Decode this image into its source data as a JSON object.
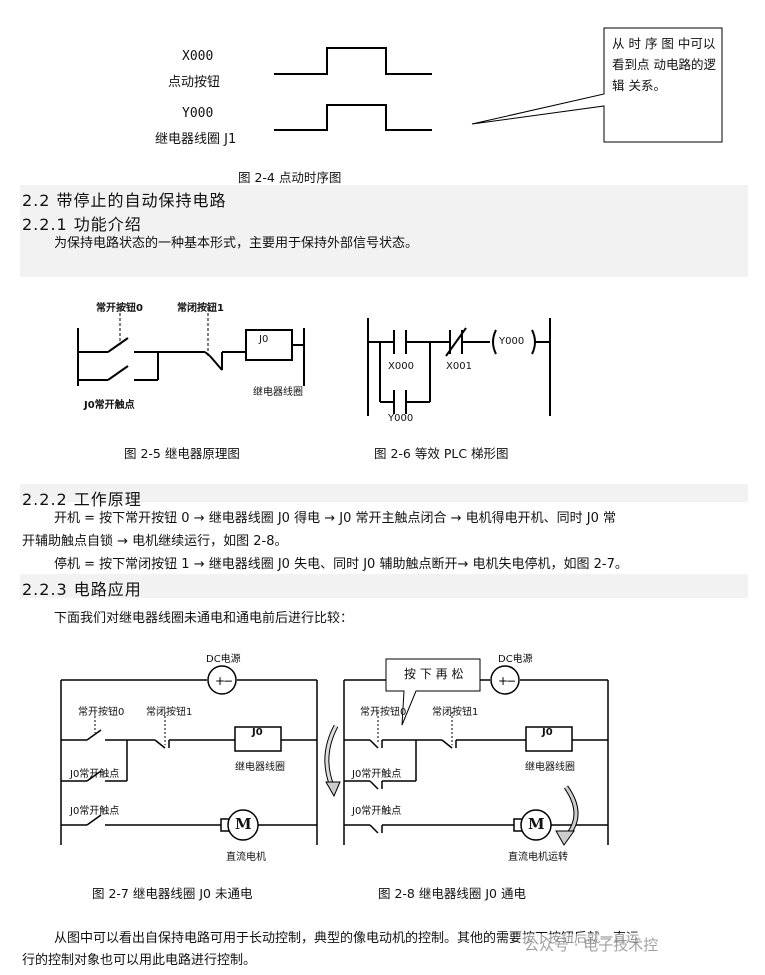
{
  "timing": {
    "x_label_code": "X000",
    "x_label_name": "点动按钮",
    "y_label_code": "Y000",
    "y_label_name": "继电器线圈 J1",
    "callout_text": "从 时 序 图 中可以看到点 动电路的逻辑 关系。",
    "caption": "图 2-4 点动时序图"
  },
  "section_2_2": {
    "heading": "2.2  带停止的自动保持电路"
  },
  "section_2_2_1": {
    "heading": "2.2.1 功能介绍",
    "body": "为保持电路状态的一种基本形式，主要用于保持外部信号状态。"
  },
  "fig25": {
    "label_no": "常开按钮0",
    "label_nc": "常闭按钮1",
    "label_coil": "J0",
    "label_coil_name": "继电器线圈",
    "label_contact": "J0常开触点",
    "caption": "图 2-5  继电器原理图"
  },
  "fig26": {
    "x000": "X000",
    "x001": "X001",
    "y000_coil": "Y000",
    "y000_contact": "Y000",
    "caption": "图 2-6 等效 PLC 梯形图"
  },
  "section_2_2_2": {
    "heading": "2.2.2 工作原理",
    "p1_line1": "开机 = 按下常开按钮 0 → 继电器线圈 J0 得电 → J0 常开主触点闭合 → 电机得电开机、同时 J0 常",
    "p1_line2": "开辅助触点自锁 → 电机继续运行，如图 2-8。",
    "p2": "停机 = 按下常闭按钮 1 → 继电器线圈 J0 失电、同时 J0 辅助触点断开→ 电机失电停机，如图 2-7。"
  },
  "section_2_2_3": {
    "heading": "2.2.3  电路应用",
    "intro": "下面我们对继电器线圈未通电和通电前后进行比较："
  },
  "fig27": {
    "dc": "DC电源",
    "no": "常开按钮0",
    "nc": "常闭按钮1",
    "coil": "J0",
    "coil_name": "继电器线圈",
    "contact1": "J0常开触点",
    "contact2": "J0常开触点",
    "motor": "M",
    "motor_name": "直流电机",
    "caption": "图 2-7 继电器线圈 J0 未通电"
  },
  "fig28": {
    "dc": "DC电源",
    "bubble": "按 下 再 松",
    "no": "常开按钮0",
    "nc": "常闭按钮1",
    "coil": "J0",
    "coil_name": "继电器线圈",
    "contact1": "J0常开触点",
    "contact2": "J0常开触点",
    "motor": "M",
    "motor_name": "直流电机运转",
    "caption": "图 2-8 继电器线圈 J0 通电"
  },
  "conclusion": {
    "line1": "从图中可以看出自保持电路可用于长动控制，典型的像电动机的控制。其他的需要按下按钮后就一直运",
    "line2": "行的控制对象也可以用此电路进行控制。"
  },
  "watermark": "公众号 · 电子技术控"
}
